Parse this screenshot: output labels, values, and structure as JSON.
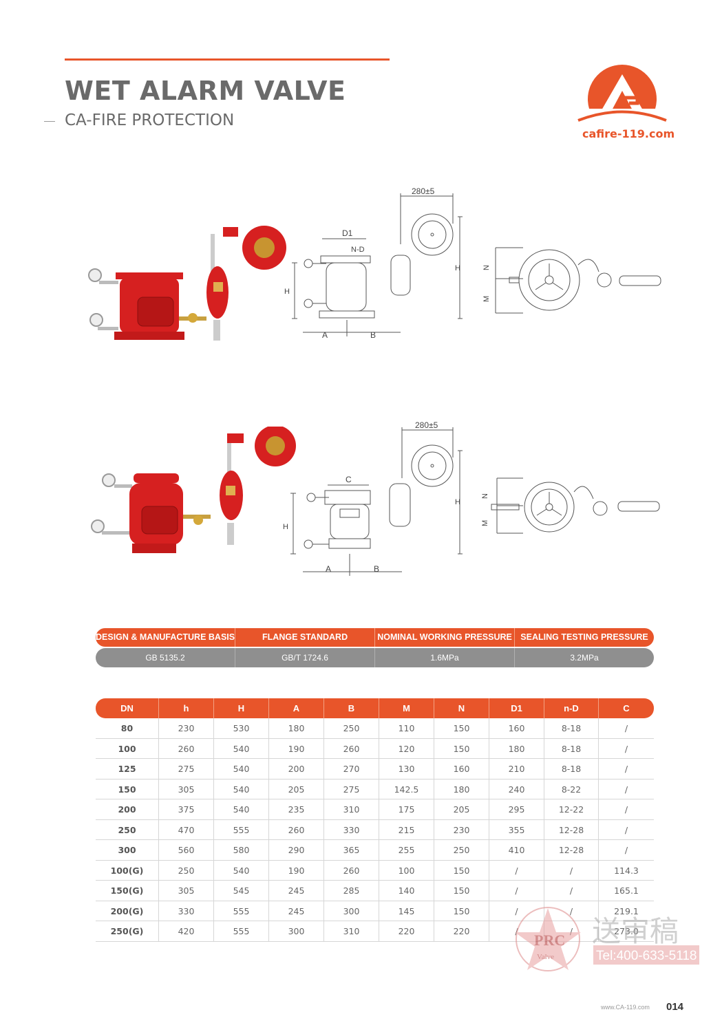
{
  "header": {
    "title": "WET ALARM VALVE",
    "subtitle": "CA-FIRE PROTECTION",
    "logo_url": "cafire-119.com"
  },
  "drawings": {
    "dim_width": "280±5",
    "labels": {
      "d1": "D1",
      "nd": "N-D",
      "c": "C",
      "h": "H",
      "a": "A",
      "b": "B",
      "n": "N",
      "m": "M"
    }
  },
  "spec_table": {
    "headers": [
      "DESIGN & MANUFACTURE BASIS",
      "FLANGE STANDARD",
      "NOMINAL WORKING PRESSURE",
      "SEALING TESTING PRESSURE"
    ],
    "values": [
      "GB 5135.2",
      "GB/T 1724.6",
      "1.6MPa",
      "3.2MPa"
    ]
  },
  "dim_table": {
    "headers": [
      "DN",
      "h",
      "H",
      "A",
      "B",
      "M",
      "N",
      "D1",
      "n-D",
      "C"
    ],
    "rows": [
      [
        "80",
        "230",
        "530",
        "180",
        "250",
        "110",
        "150",
        "160",
        "8-18",
        "/"
      ],
      [
        "100",
        "260",
        "540",
        "190",
        "260",
        "120",
        "150",
        "180",
        "8-18",
        "/"
      ],
      [
        "125",
        "275",
        "540",
        "200",
        "270",
        "130",
        "160",
        "210",
        "8-18",
        "/"
      ],
      [
        "150",
        "305",
        "540",
        "205",
        "275",
        "142.5",
        "180",
        "240",
        "8-22",
        "/"
      ],
      [
        "200",
        "375",
        "540",
        "235",
        "310",
        "175",
        "205",
        "295",
        "12-22",
        "/"
      ],
      [
        "250",
        "470",
        "555",
        "260",
        "330",
        "215",
        "230",
        "355",
        "12-28",
        "/"
      ],
      [
        "300",
        "560",
        "580",
        "290",
        "365",
        "255",
        "250",
        "410",
        "12-28",
        "/"
      ],
      [
        "100(G)",
        "250",
        "540",
        "190",
        "260",
        "100",
        "150",
        "/",
        "/",
        "114.3"
      ],
      [
        "150(G)",
        "305",
        "545",
        "245",
        "285",
        "140",
        "150",
        "/",
        "/",
        "165.1"
      ],
      [
        "200(G)",
        "330",
        "555",
        "245",
        "300",
        "145",
        "150",
        "/",
        "/",
        "219.1"
      ],
      [
        "250(G)",
        "420",
        "555",
        "300",
        "310",
        "220",
        "220",
        "/",
        "/",
        "273.0"
      ]
    ]
  },
  "watermark": {
    "brand": "PRC",
    "brand_sub": "Valve",
    "stamp": "送审稿",
    "tel": "Tel:400-633-5118"
  },
  "footer": {
    "url": "www.CA-119.com",
    "page": "014"
  },
  "colors": {
    "accent": "#e8552a",
    "valve_red": "#d62020",
    "gray_band": "#8f8f8f"
  }
}
